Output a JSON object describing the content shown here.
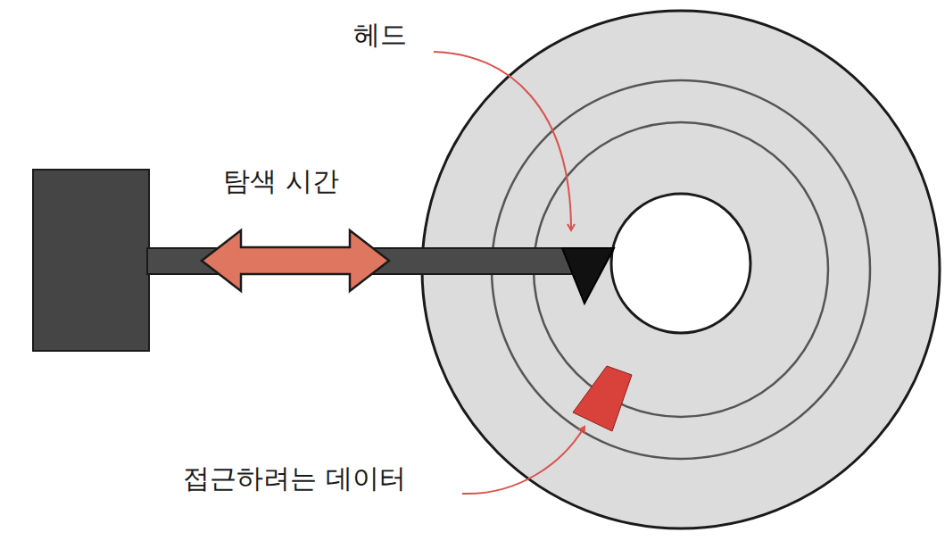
{
  "diagram": {
    "labels": [
      "헤드",
      "탐색 시간",
      "접근하려는 데이터"
    ]
  }
}
